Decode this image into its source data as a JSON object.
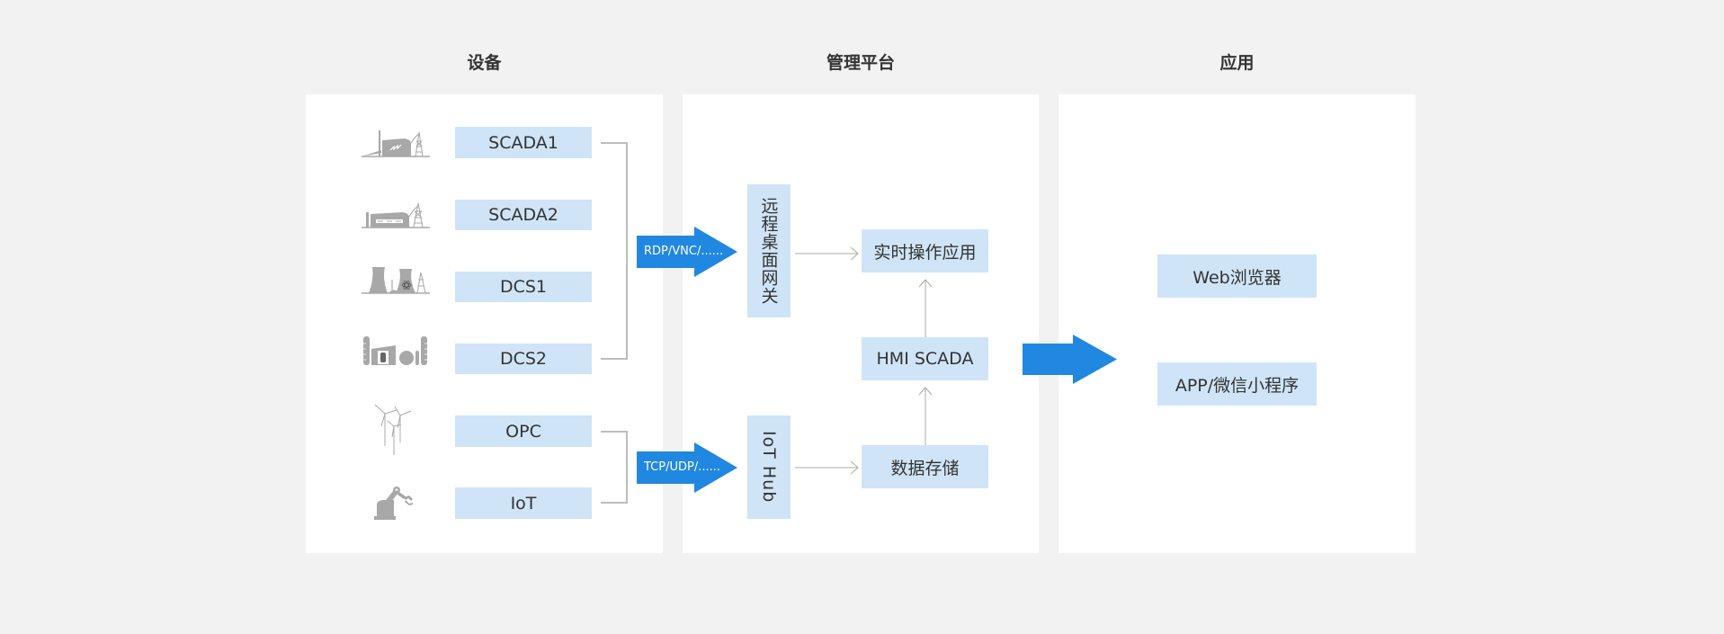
{
  "columns": {
    "devices": {
      "title": "设备"
    },
    "platform": {
      "title": "管理平台"
    },
    "apps": {
      "title": "应用"
    }
  },
  "devices": [
    {
      "label": "SCADA1",
      "icon": "power-plant-icon"
    },
    {
      "label": "SCADA2",
      "icon": "factory-tower-icon"
    },
    {
      "label": "DCS1",
      "icon": "nuclear-plant-icon"
    },
    {
      "label": "DCS2",
      "icon": "refinery-icon"
    },
    {
      "label": "OPC",
      "icon": "wind-turbine-icon"
    },
    {
      "label": "IoT",
      "icon": "robot-arm-icon"
    }
  ],
  "protocols": {
    "remote": "RDP/VNC/......",
    "iot": "TCP/UDP/......"
  },
  "platform": {
    "remote_gateway": "远程桌面网关",
    "iot_hub": "IoT Hub",
    "realtime_app": "实时操作应用",
    "hmi_scada": "HMI SCADA",
    "data_storage": "数据存储"
  },
  "applications": [
    {
      "label": "Web浏览器"
    },
    {
      "label": "APP/微信小程序"
    }
  ],
  "colors": {
    "accent": "#2088e0",
    "box": "#cfe4f7",
    "panel": "#ffffff",
    "background": "#f2f2f2",
    "connector": "#bdbdbd",
    "icon": "#a8a8a8"
  }
}
